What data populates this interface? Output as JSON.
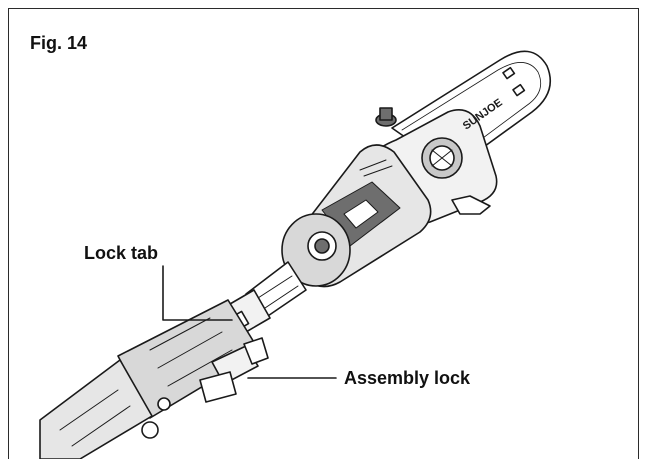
{
  "figure": {
    "label": "Fig. 14"
  },
  "callouts": {
    "lock_tab": "Lock tab",
    "assembly_lock": "Assembly lock"
  },
  "product": {
    "brand_mark": "SUNJOE"
  },
  "colors": {
    "line": "#1a1a1a",
    "fill_light": "#f2f2f2",
    "fill_mid": "#c8c8c8",
    "fill_dark": "#6e6e6e",
    "frame": "#2b2b2b"
  }
}
